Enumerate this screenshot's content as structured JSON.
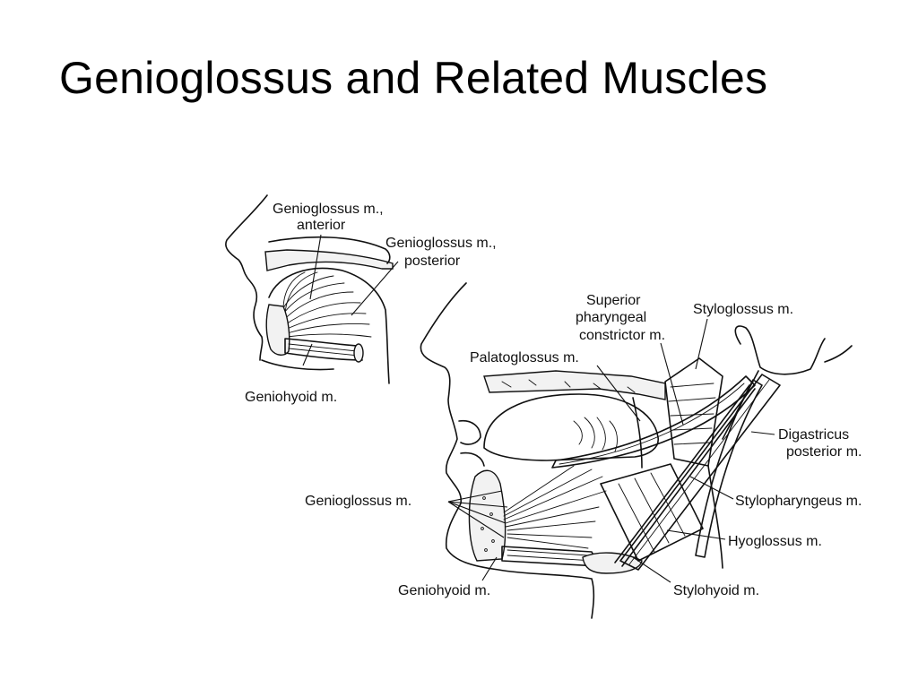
{
  "title": "Genioglossus and Related Muscles",
  "labels": {
    "genioglossus_anterior_1": "Genioglossus m.,",
    "genioglossus_anterior_2": "anterior",
    "genioglossus_posterior_1": "Genioglossus m.,",
    "genioglossus_posterior_2": "posterior",
    "geniohyoid_top": "Geniohyoid  m.",
    "superior_pharyngeal_1": "Superior",
    "superior_pharyngeal_2": "pharyngeal",
    "superior_pharyngeal_3": "constrictor m.",
    "styloglossus": "Styloglossus m.",
    "palatoglossus": "Palatoglossus m.",
    "digastricus_1": "Digastricus",
    "digastricus_2": "posterior m.",
    "genioglossus": "Genioglossus m.",
    "stylopharyngeus": "Stylopharyngeus m.",
    "hyoglossus": "Hyoglossus m.",
    "geniohyoid_bottom": "Geniohyoid  m.",
    "stylohyoid": "Stylohyoid  m."
  }
}
